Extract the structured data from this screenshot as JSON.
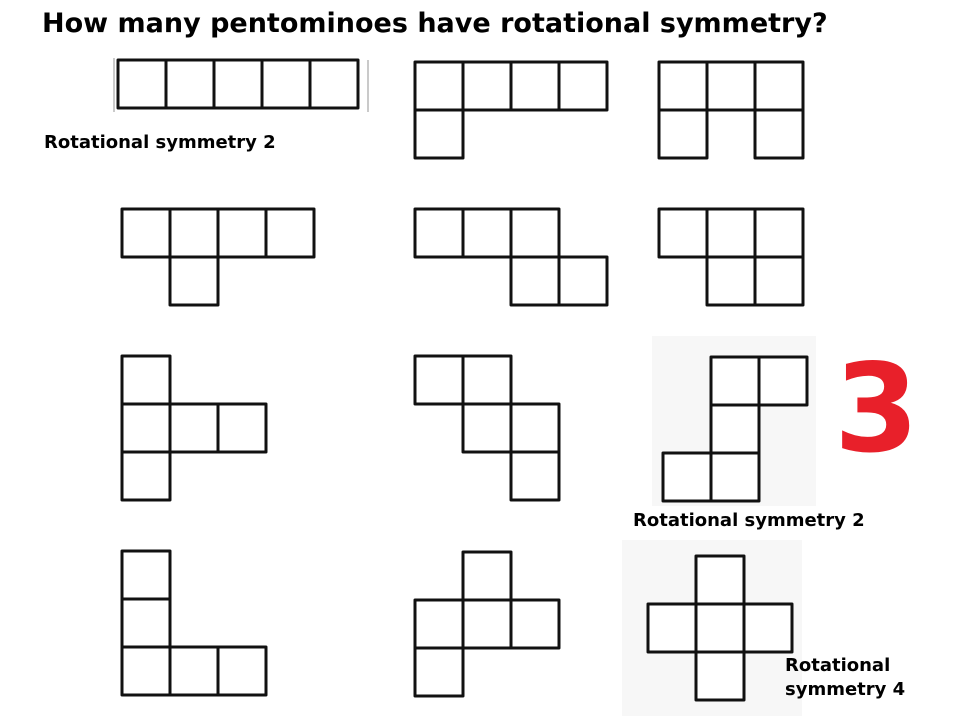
{
  "title": "How many pentominoes have rotational symmetry?",
  "labels": {
    "i_piece": "Rotational symmetry  2",
    "s_piece": "Rotational symmetry  2",
    "x_piece_line1": "Rotational",
    "x_piece_line2": "symmetry  4"
  },
  "answer": "3",
  "colors": {
    "answer": "#e8202a",
    "outline": "#111111",
    "fill": "#ffffff"
  },
  "pentominoes": [
    {
      "id": "i-pentomino",
      "cells": [
        [
          0,
          0
        ],
        [
          1,
          0
        ],
        [
          2,
          0
        ],
        [
          3,
          0
        ],
        [
          4,
          0
        ]
      ],
      "rotational_symmetry": 2
    },
    {
      "id": "l-pentomino-horizontal",
      "cells": [
        [
          0,
          0
        ],
        [
          1,
          0
        ],
        [
          2,
          0
        ],
        [
          3,
          0
        ],
        [
          0,
          1
        ]
      ]
    },
    {
      "id": "u-pentomino",
      "cells": [
        [
          0,
          0
        ],
        [
          1,
          0
        ],
        [
          2,
          0
        ],
        [
          0,
          1
        ],
        [
          2,
          1
        ]
      ]
    },
    {
      "id": "y-pentomino",
      "cells": [
        [
          0,
          0
        ],
        [
          1,
          0
        ],
        [
          2,
          0
        ],
        [
          3,
          0
        ],
        [
          1,
          1
        ]
      ]
    },
    {
      "id": "n-pentomino",
      "cells": [
        [
          0,
          0
        ],
        [
          1,
          0
        ],
        [
          2,
          0
        ],
        [
          2,
          1
        ],
        [
          3,
          1
        ]
      ]
    },
    {
      "id": "p-pentomino",
      "cells": [
        [
          0,
          0
        ],
        [
          1,
          0
        ],
        [
          2,
          0
        ],
        [
          1,
          1
        ],
        [
          2,
          1
        ]
      ]
    },
    {
      "id": "t-pentomino",
      "cells": [
        [
          0,
          0
        ],
        [
          0,
          1
        ],
        [
          1,
          1
        ],
        [
          2,
          1
        ],
        [
          0,
          2
        ]
      ]
    },
    {
      "id": "w-pentomino",
      "cells": [
        [
          0,
          0
        ],
        [
          1,
          0
        ],
        [
          1,
          1
        ],
        [
          2,
          1
        ],
        [
          2,
          2
        ]
      ]
    },
    {
      "id": "s-pentomino",
      "cells": [
        [
          1,
          0
        ],
        [
          2,
          0
        ],
        [
          1,
          1
        ],
        [
          0,
          2
        ],
        [
          1,
          2
        ]
      ],
      "rotational_symmetry": 2
    },
    {
      "id": "l-pentomino-vertical",
      "cells": [
        [
          0,
          0
        ],
        [
          0,
          1
        ],
        [
          0,
          2
        ],
        [
          1,
          2
        ],
        [
          2,
          2
        ]
      ]
    },
    {
      "id": "f-pentomino",
      "cells": [
        [
          1,
          0
        ],
        [
          0,
          1
        ],
        [
          1,
          1
        ],
        [
          2,
          1
        ],
        [
          0,
          2
        ]
      ]
    },
    {
      "id": "x-pentomino",
      "cells": [
        [
          1,
          0
        ],
        [
          0,
          1
        ],
        [
          1,
          1
        ],
        [
          2,
          1
        ],
        [
          1,
          2
        ]
      ],
      "rotational_symmetry": 4
    }
  ]
}
